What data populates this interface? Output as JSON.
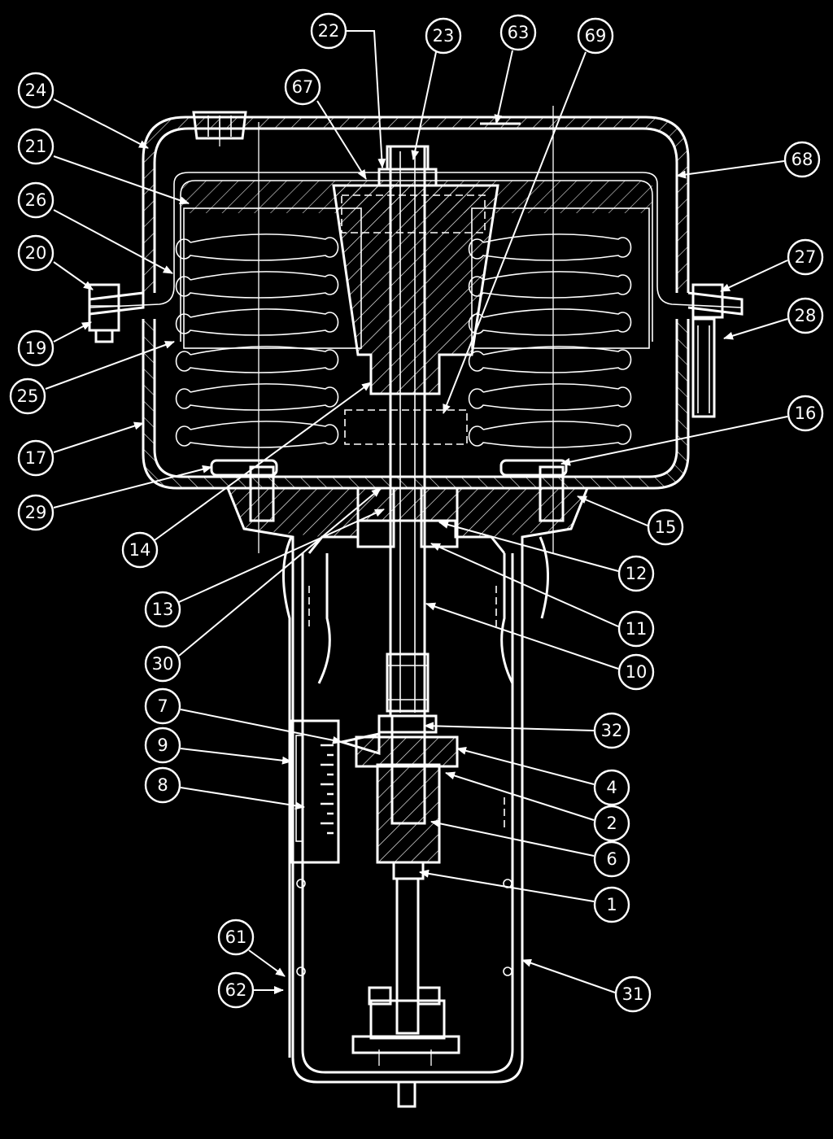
{
  "figure": {
    "background": "#000000",
    "line_color": "#ffffff"
  },
  "callouts": [
    {
      "id": "c22",
      "label": "22"
    },
    {
      "id": "c23",
      "label": "23"
    },
    {
      "id": "c63",
      "label": "63"
    },
    {
      "id": "c69",
      "label": "69"
    },
    {
      "id": "c67",
      "label": "67"
    },
    {
      "id": "c24",
      "label": "24"
    },
    {
      "id": "c68",
      "label": "68"
    },
    {
      "id": "c21",
      "label": "21"
    },
    {
      "id": "c26",
      "label": "26"
    },
    {
      "id": "c20",
      "label": "20"
    },
    {
      "id": "c27",
      "label": "27"
    },
    {
      "id": "c28",
      "label": "28"
    },
    {
      "id": "c19",
      "label": "19"
    },
    {
      "id": "c25",
      "label": "25"
    },
    {
      "id": "c16",
      "label": "16"
    },
    {
      "id": "c17",
      "label": "17"
    },
    {
      "id": "c29",
      "label": "29"
    },
    {
      "id": "c15",
      "label": "15"
    },
    {
      "id": "c14",
      "label": "14"
    },
    {
      "id": "c12",
      "label": "12"
    },
    {
      "id": "c13",
      "label": "13"
    },
    {
      "id": "c11",
      "label": "11"
    },
    {
      "id": "c30",
      "label": "30"
    },
    {
      "id": "c10",
      "label": "10"
    },
    {
      "id": "c7",
      "label": "7"
    },
    {
      "id": "c32",
      "label": "32"
    },
    {
      "id": "c9",
      "label": "9"
    },
    {
      "id": "c4",
      "label": "4"
    },
    {
      "id": "c8",
      "label": "8"
    },
    {
      "id": "c2",
      "label": "2"
    },
    {
      "id": "c6",
      "label": "6"
    },
    {
      "id": "c1",
      "label": "1"
    },
    {
      "id": "c61",
      "label": "61"
    },
    {
      "id": "c62",
      "label": "62"
    },
    {
      "id": "c31",
      "label": "31"
    }
  ]
}
